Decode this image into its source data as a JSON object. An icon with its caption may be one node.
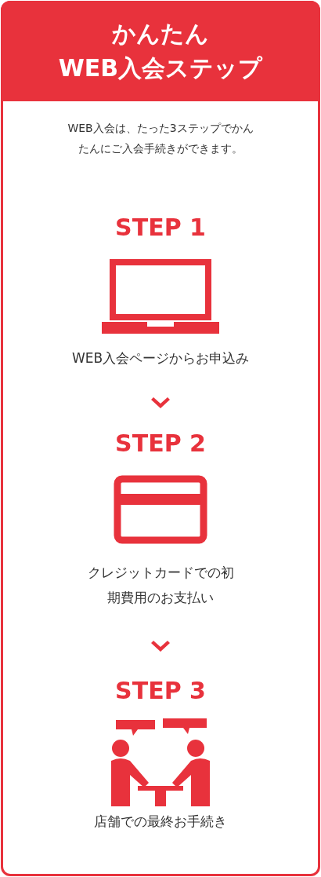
{
  "diagram": {
    "title": "かんたん WEB入会ステップ",
    "nodes": [
      {
        "text": [
          "STEP 1",
          "WEB入会ページからお申込み"
        ]
      },
      {
        "text": [
          "STEP 2",
          "クレジットカードでの初期費用のお支払い"
        ]
      },
      {
        "text": [
          "STEP 3",
          "店舗での最終お手続き"
        ]
      }
    ],
    "edges": [
      {
        "from": 0,
        "to": 1,
        "arrow": "to"
      },
      {
        "from": 1,
        "to": 2,
        "arrow": "to"
      }
    ],
    "labels": [
      "WEB入会は、たった3ステップでかんたんにご入会手続きができます。"
    ]
  }
}
